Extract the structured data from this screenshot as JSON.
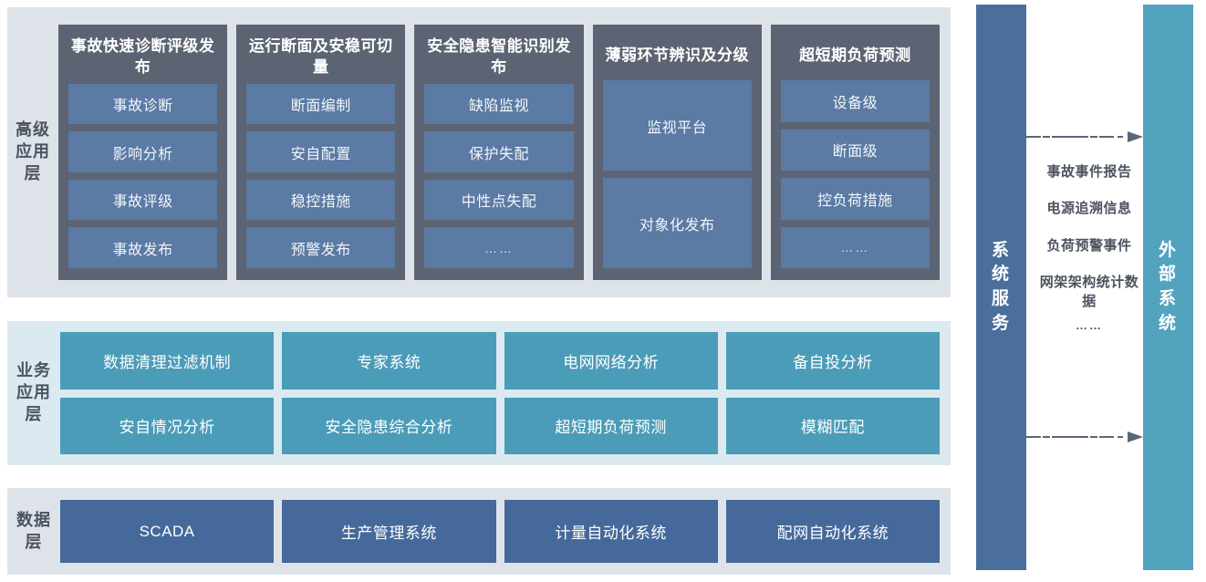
{
  "layers": [
    {
      "id": "advanced",
      "label": "高级应用层",
      "cards": [
        {
          "title": "事故快速诊断评级发布",
          "items": [
            "事故诊断",
            "影响分析",
            "事故评级",
            "事故发布"
          ]
        },
        {
          "title": "运行断面及安稳可切量",
          "items": [
            "断面编制",
            "安自配置",
            "稳控措施",
            "预警发布"
          ]
        },
        {
          "title": "安全隐患智能识别发布",
          "items": [
            "缺陷监视",
            "保护失配",
            "中性点失配",
            "……"
          ]
        },
        {
          "title": "薄弱环节辨识及分级",
          "items": [
            "监视平台",
            "对象化发布"
          ]
        },
        {
          "title": "超短期负荷预测",
          "items": [
            "设备级",
            "断面级",
            "控负荷措施",
            "……"
          ]
        }
      ]
    },
    {
      "id": "business",
      "label": "业务应用层",
      "items": [
        "数据清理过滤机制",
        "专家系统",
        "电网网络分析",
        "备自投分析",
        "安自情况分析",
        "安全隐患综合分析",
        "超短期负荷预测",
        "模糊匹配"
      ]
    },
    {
      "id": "data",
      "label": "数据层",
      "items": [
        "SCADA",
        "生产管理系统",
        "计量自动化系统",
        "配网自动化系统"
      ]
    }
  ],
  "right_side": {
    "system_service_label": "系统服务",
    "external_system_label": "外部系统",
    "flow_labels": [
      "事故事件报告",
      "电源追溯信息",
      "负荷预警事件",
      "网架架构统计数据",
      "……"
    ],
    "arrows": [
      {
        "name": "flow-arrow-top",
        "direction": "right"
      },
      {
        "name": "flow-arrow-bottom",
        "direction": "right"
      }
    ]
  },
  "colors": {
    "panel_grey_blue": "#dee3ea",
    "panel_light_teal": "#dbe9f0",
    "card_slate": "#5c6473",
    "app_item_blue": "#5b7aa4",
    "business_teal": "#4b9cb8",
    "data_blue": "#45699a",
    "system_service_blue": "#4b6f9b",
    "external_system_teal": "#52a3bd",
    "arrow_slate": "#5a6678",
    "label_text": "#4c5360"
  }
}
